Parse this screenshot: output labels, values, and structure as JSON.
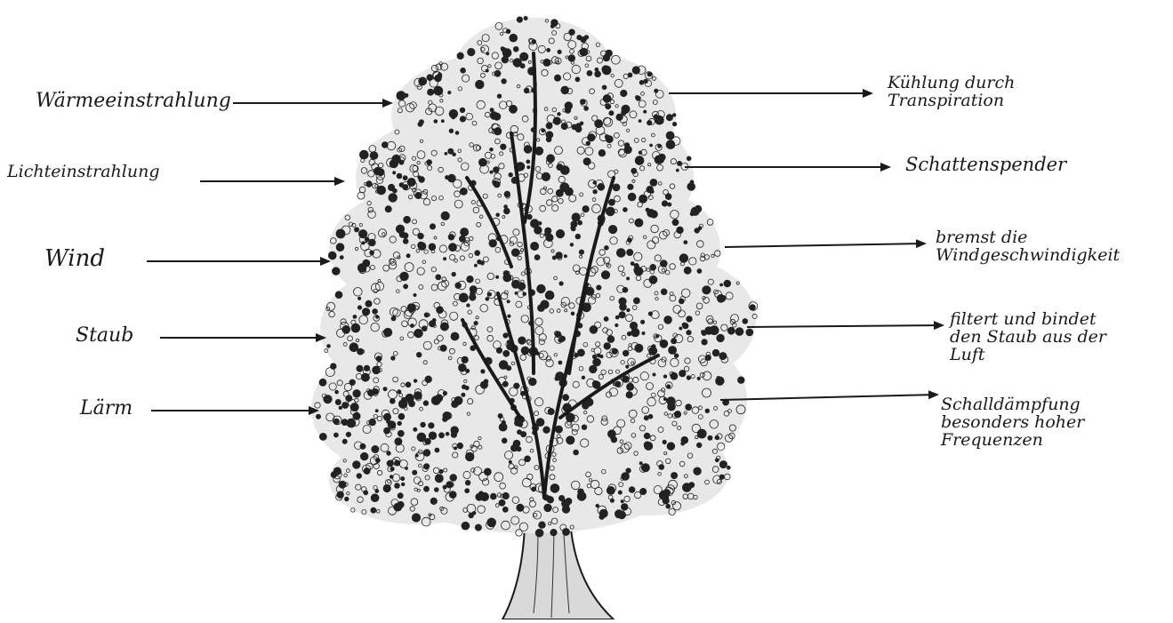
{
  "diagram": {
    "inputs": [
      {
        "id": "waerme",
        "text": "Wärmeeinstrahlung"
      },
      {
        "id": "licht",
        "text": "Lichteinstrahlung"
      },
      {
        "id": "wind",
        "text": "Wind"
      },
      {
        "id": "staub",
        "text": "Staub"
      },
      {
        "id": "laerm",
        "text": "Lärm"
      }
    ],
    "outputs": [
      {
        "id": "kuehlung",
        "lines": [
          "Kühlung durch",
          "Transpiration"
        ]
      },
      {
        "id": "schatten",
        "lines": [
          "Schattenspender"
        ]
      },
      {
        "id": "bremst",
        "lines": [
          "bremst die",
          "Windgeschwindigkeit"
        ]
      },
      {
        "id": "filtert",
        "lines": [
          "filtert und bindet",
          "den Staub aus der",
          "Luft"
        ]
      },
      {
        "id": "schall",
        "lines": [
          "Schalldämpfung",
          "besonders hoher",
          "Frequenzen"
        ]
      }
    ]
  },
  "colors": {
    "ink": "#1a1a1a",
    "foliage_fill": "#e8e8e8",
    "foliage_stroke": "#222222"
  }
}
